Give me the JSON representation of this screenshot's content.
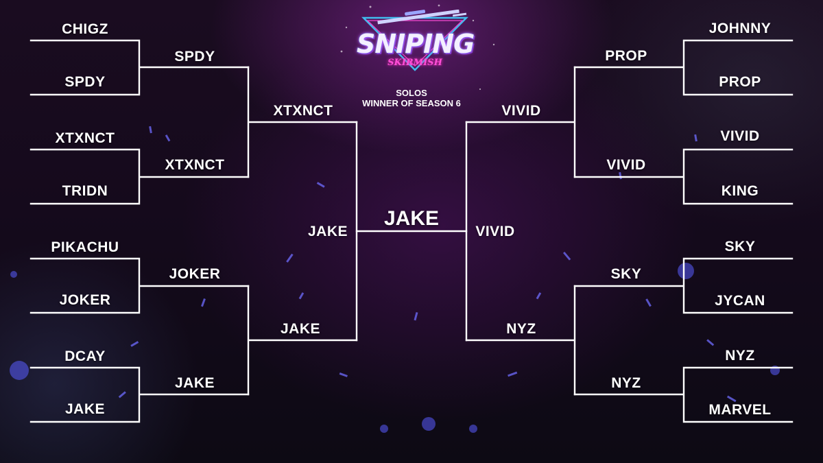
{
  "logo": {
    "title": "SNIPING",
    "subtitle": "SKIRMISH"
  },
  "event": {
    "mode": "SOLOS",
    "caption": "WINNER OF SEASON 6"
  },
  "champion": "JAKE",
  "left": {
    "round1": [
      "CHIGZ",
      "SPDY",
      "XTXNCT",
      "TRIDN",
      "PIKACHU",
      "JOKER",
      "DCAY",
      "JAKE"
    ],
    "round2": [
      "SPDY",
      "XTXNCT",
      "JOKER",
      "JAKE"
    ],
    "round3": [
      "XTXNCT",
      "JAKE"
    ],
    "final": "JAKE"
  },
  "right": {
    "round1": [
      "JOHNNY",
      "PROP",
      "VIVID",
      "KING",
      "SKY",
      "JYCAN",
      "NYZ",
      "MARVEL"
    ],
    "round2": [
      "PROP",
      "VIVID",
      "SKY",
      "NYZ"
    ],
    "round3": [
      "VIVID",
      "NYZ"
    ],
    "final": "VIVID"
  },
  "colors": {
    "line": "#ffffff",
    "accent_pink": "#ff4fd8",
    "accent_cyan": "#3fd0ff",
    "background": "#150a1c"
  }
}
